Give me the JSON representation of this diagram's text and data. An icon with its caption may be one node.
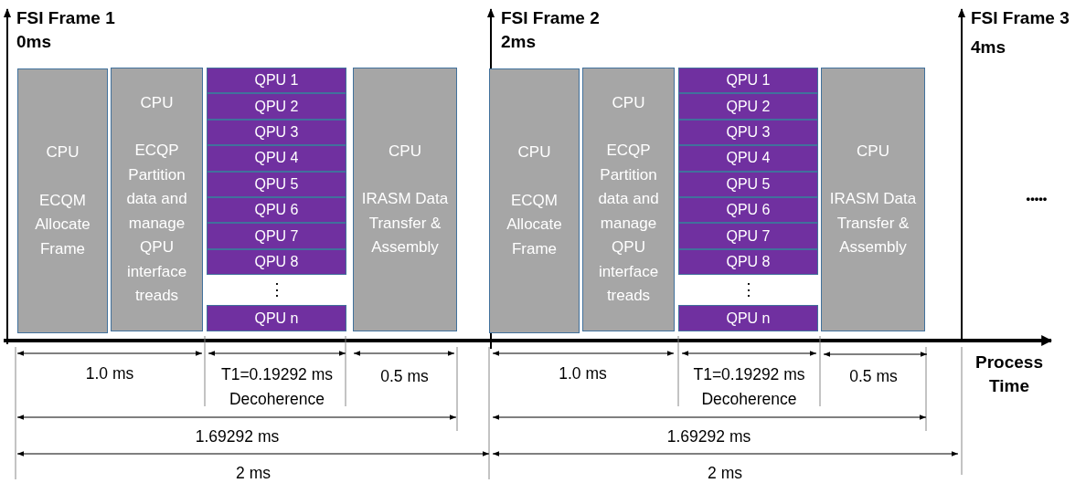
{
  "diagram": {
    "nodes": [
      {
        "text": [
          "CPU",
          "ECQM Allocate Frame"
        ]
      },
      {
        "text": [
          "CPU",
          "ECQP Partition data and manage QPU interface treads"
        ]
      },
      {
        "text": [
          "QPU 1"
        ]
      },
      {
        "text": [
          "QPU 2"
        ]
      },
      {
        "text": [
          "QPU 3"
        ]
      },
      {
        "text": [
          "QPU 4"
        ]
      },
      {
        "text": [
          "QPU 5"
        ]
      },
      {
        "text": [
          "QPU 6"
        ]
      },
      {
        "text": [
          "QPU 7"
        ]
      },
      {
        "text": [
          "QPU 8"
        ]
      },
      {
        "text": [
          "QPU n"
        ]
      },
      {
        "text": [
          "CPU",
          "IRASM Data Transfer & Assembly"
        ]
      },
      {
        "text": [
          "CPU",
          "ECQM Allocate Frame"
        ]
      },
      {
        "text": [
          "CPU",
          "ECQP Partition data and manage QPU interface treads"
        ]
      },
      {
        "text": [
          "QPU 1"
        ]
      },
      {
        "text": [
          "QPU 2"
        ]
      },
      {
        "text": [
          "QPU 3"
        ]
      },
      {
        "text": [
          "QPU 4"
        ]
      },
      {
        "text": [
          "QPU 5"
        ]
      },
      {
        "text": [
          "QPU 6"
        ]
      },
      {
        "text": [
          "QPU 7"
        ]
      },
      {
        "text": [
          "QPU 8"
        ]
      },
      {
        "text": [
          "QPU n"
        ]
      },
      {
        "text": [
          "CPU",
          "IRASM Data Transfer & Assembly"
        ]
      }
    ],
    "labels": [
      "FSI Frame 1",
      "0ms",
      "FSI Frame 2",
      "2ms",
      "FSI Frame 3",
      "4ms",
      "⋮",
      "⋮",
      "•••••",
      "1.0 ms",
      "T1=0.19292 ms Decoherence",
      "0.5 ms",
      "1.69292 ms",
      "2 ms",
      "1.0 ms",
      "T1=0.19292 ms Decoherence",
      "0.5 ms",
      "1.69292 ms",
      "2 ms",
      "Process Time"
    ]
  }
}
